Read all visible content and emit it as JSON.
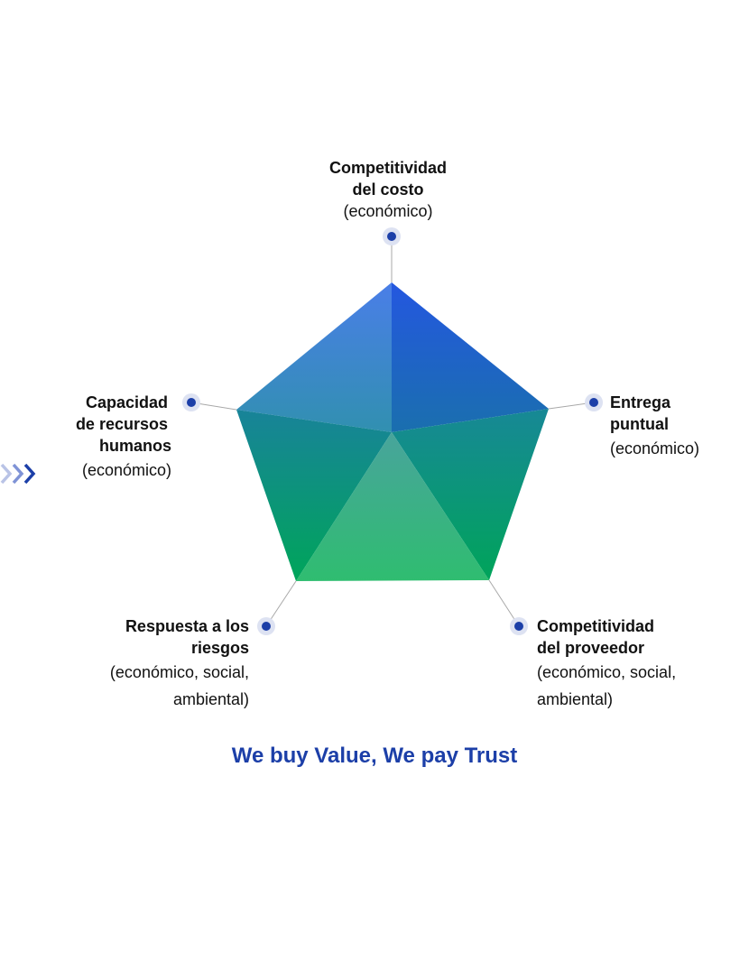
{
  "nodes": {
    "top": {
      "title_l1": "Competitividad",
      "title_l2": "del costo",
      "sub_l1": "(económico)",
      "sub_l2": ""
    },
    "right": {
      "title_l1": "Entrega",
      "title_l2": "puntual",
      "sub_l1": "(económico)",
      "sub_l2": ""
    },
    "bottom_right": {
      "title_l1": "Competitividad",
      "title_l2": "del proveedor",
      "sub_l1": "(económico, social,",
      "sub_l2": "ambiental)"
    },
    "bottom_left": {
      "title_l1": "Respuesta a los",
      "title_l2": "riesgos",
      "sub_l1": "(económico, social,",
      "sub_l2": "ambiental)"
    },
    "left": {
      "title_l1": "Capacidad",
      "title_l2": "de recursos",
      "title_l3": "humanos",
      "sub_l1": "(económico)"
    }
  },
  "tagline": "We buy Value, We pay Trust",
  "colors": {
    "accent": "#1c3fa8",
    "dot": "#1c3fa8",
    "dot_halo": "#dde2f2",
    "connector": "#9a9a9a",
    "blue": "#2a5ee0",
    "teal": "#13889a",
    "green": "#03a554",
    "light_green": "#35bc74"
  }
}
